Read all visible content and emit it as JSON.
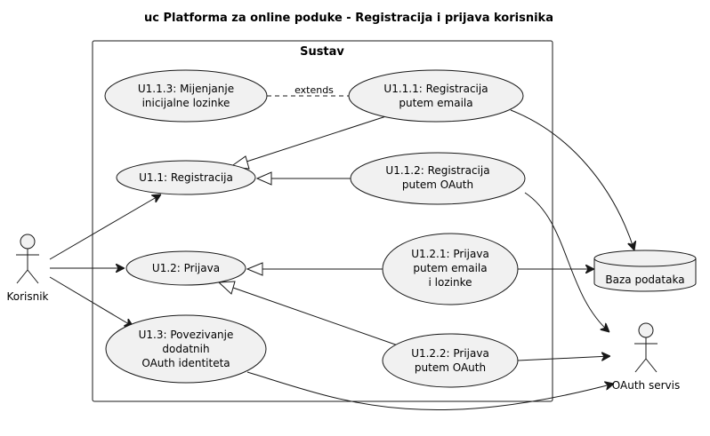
{
  "diagram": {
    "title": "uc Platforma za online poduke - Registracija i prijava korisnika",
    "system": {
      "label": "Sustav"
    },
    "use_cases": {
      "u113": [
        "U1.1.3: Mijenjanje",
        "inicijalne lozinke"
      ],
      "u111": [
        "U1.1.1: Registracija",
        "putem emaila"
      ],
      "u11": [
        "U1.1: Registracija"
      ],
      "u112": [
        "U1.1.2: Registracija",
        "putem OAuth"
      ],
      "u12": [
        "U1.2: Prijava"
      ],
      "u121": [
        "U1.2.1: Prijava",
        "putem emaila",
        "i lozinke"
      ],
      "u13": [
        "U1.3: Povezivanje",
        "dodatnih",
        "OAuth identiteta"
      ],
      "u122": [
        "U1.2.2: Prijava",
        "putem OAuth"
      ]
    },
    "actors": {
      "korisnik": "Korisnik",
      "oauth": "OAuth servis"
    },
    "database": {
      "label": "Baza podataka"
    },
    "relations": {
      "extends": "extends"
    }
  }
}
